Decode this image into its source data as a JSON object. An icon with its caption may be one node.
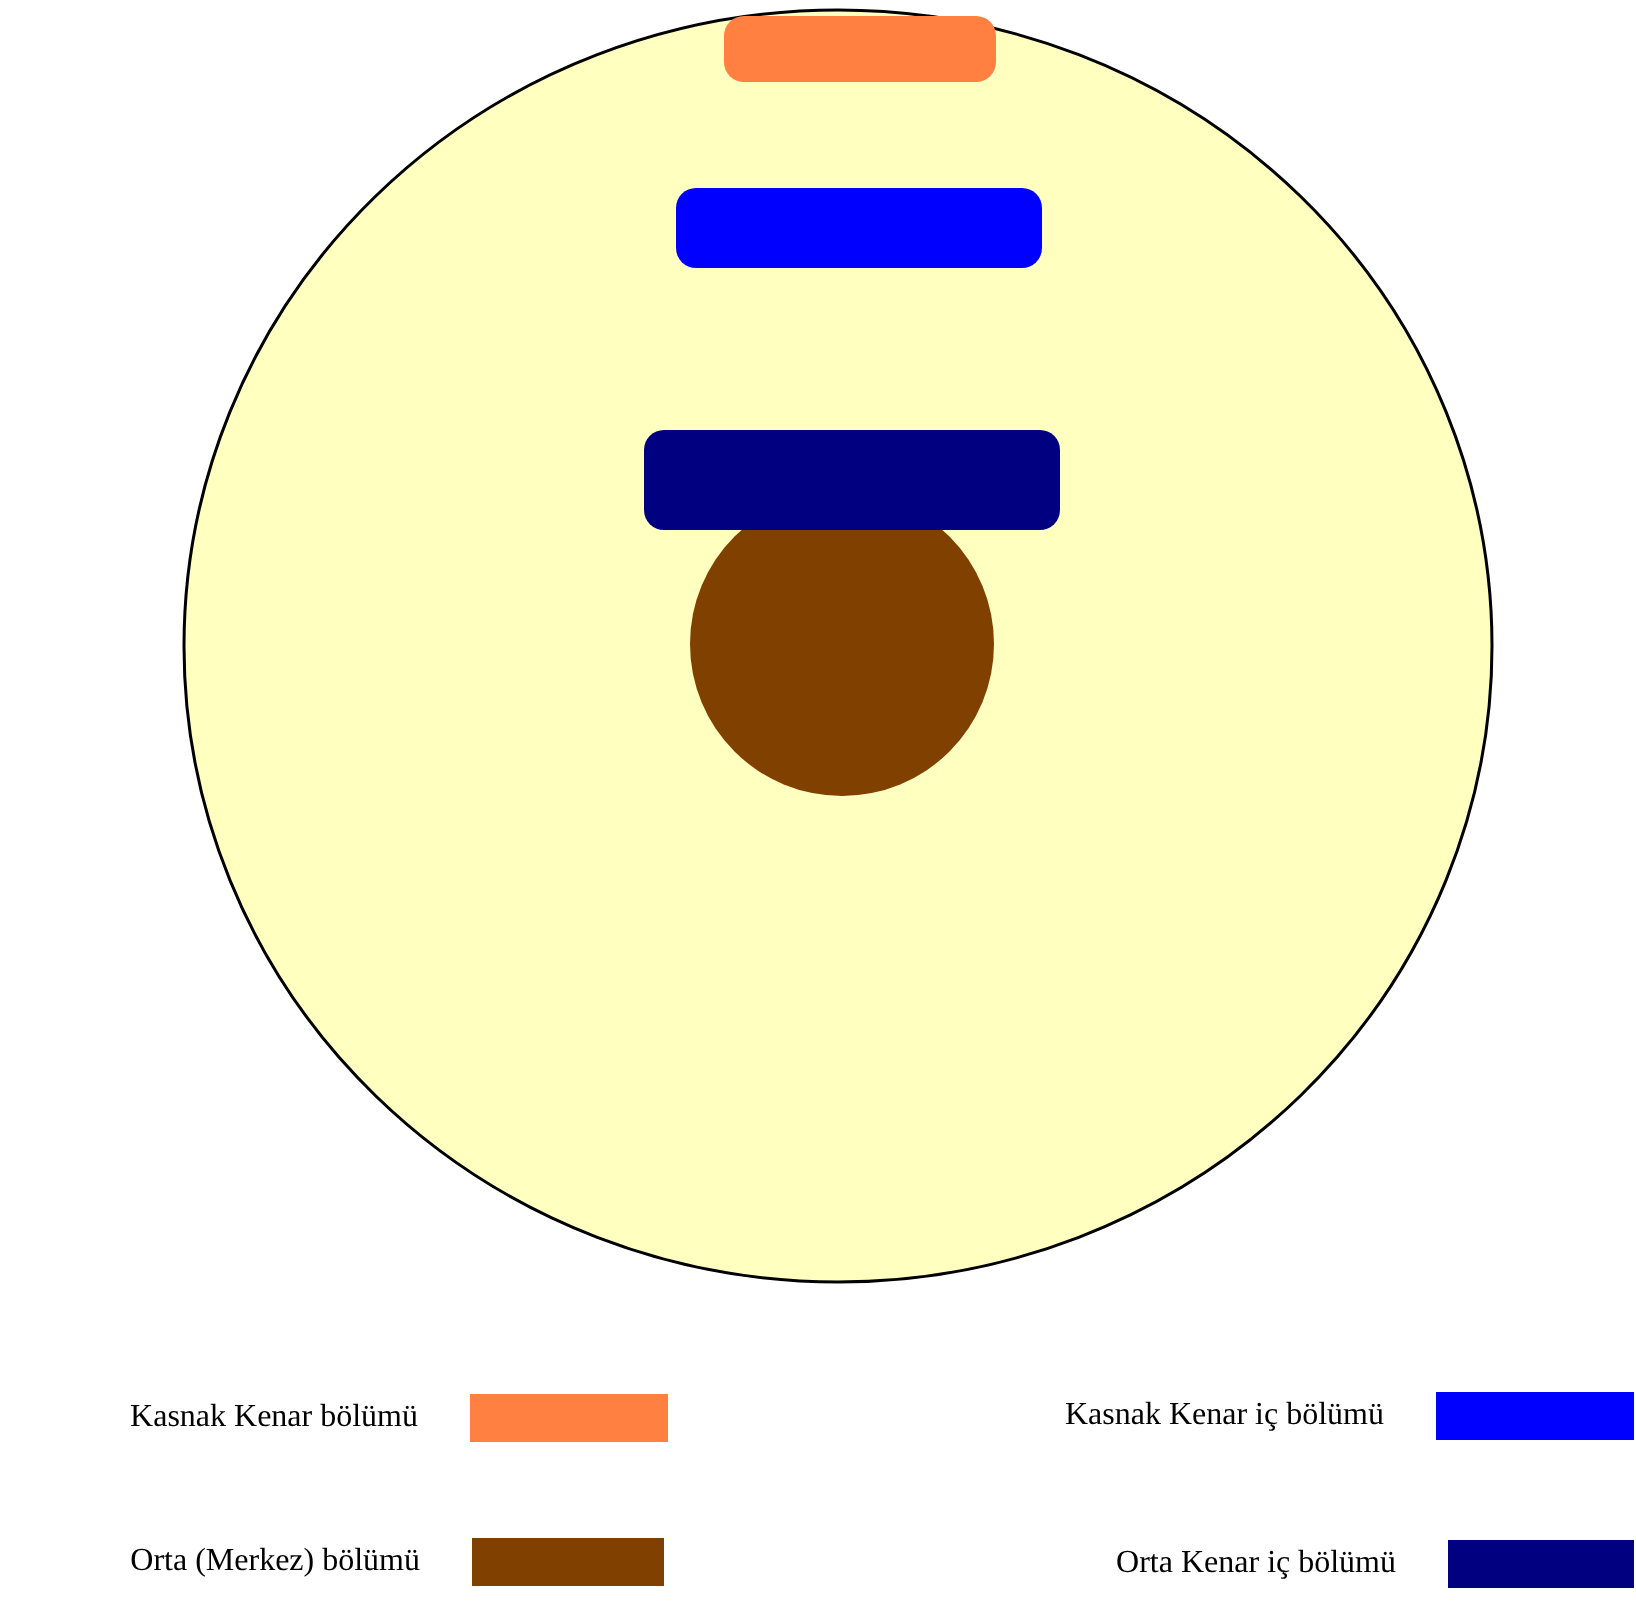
{
  "diagram": {
    "legend": [
      {
        "text": "Kasnak Kenar bölümü",
        "color": "#ff8040"
      },
      {
        "text": "Kasnak Kenar iç bölümü",
        "color": "#0000ff"
      },
      {
        "text": "Orta (Merkez) bölümü",
        "color": "#804000"
      },
      {
        "text": "Orta Kenar iç bölümü",
        "color": "#000080"
      }
    ]
  }
}
